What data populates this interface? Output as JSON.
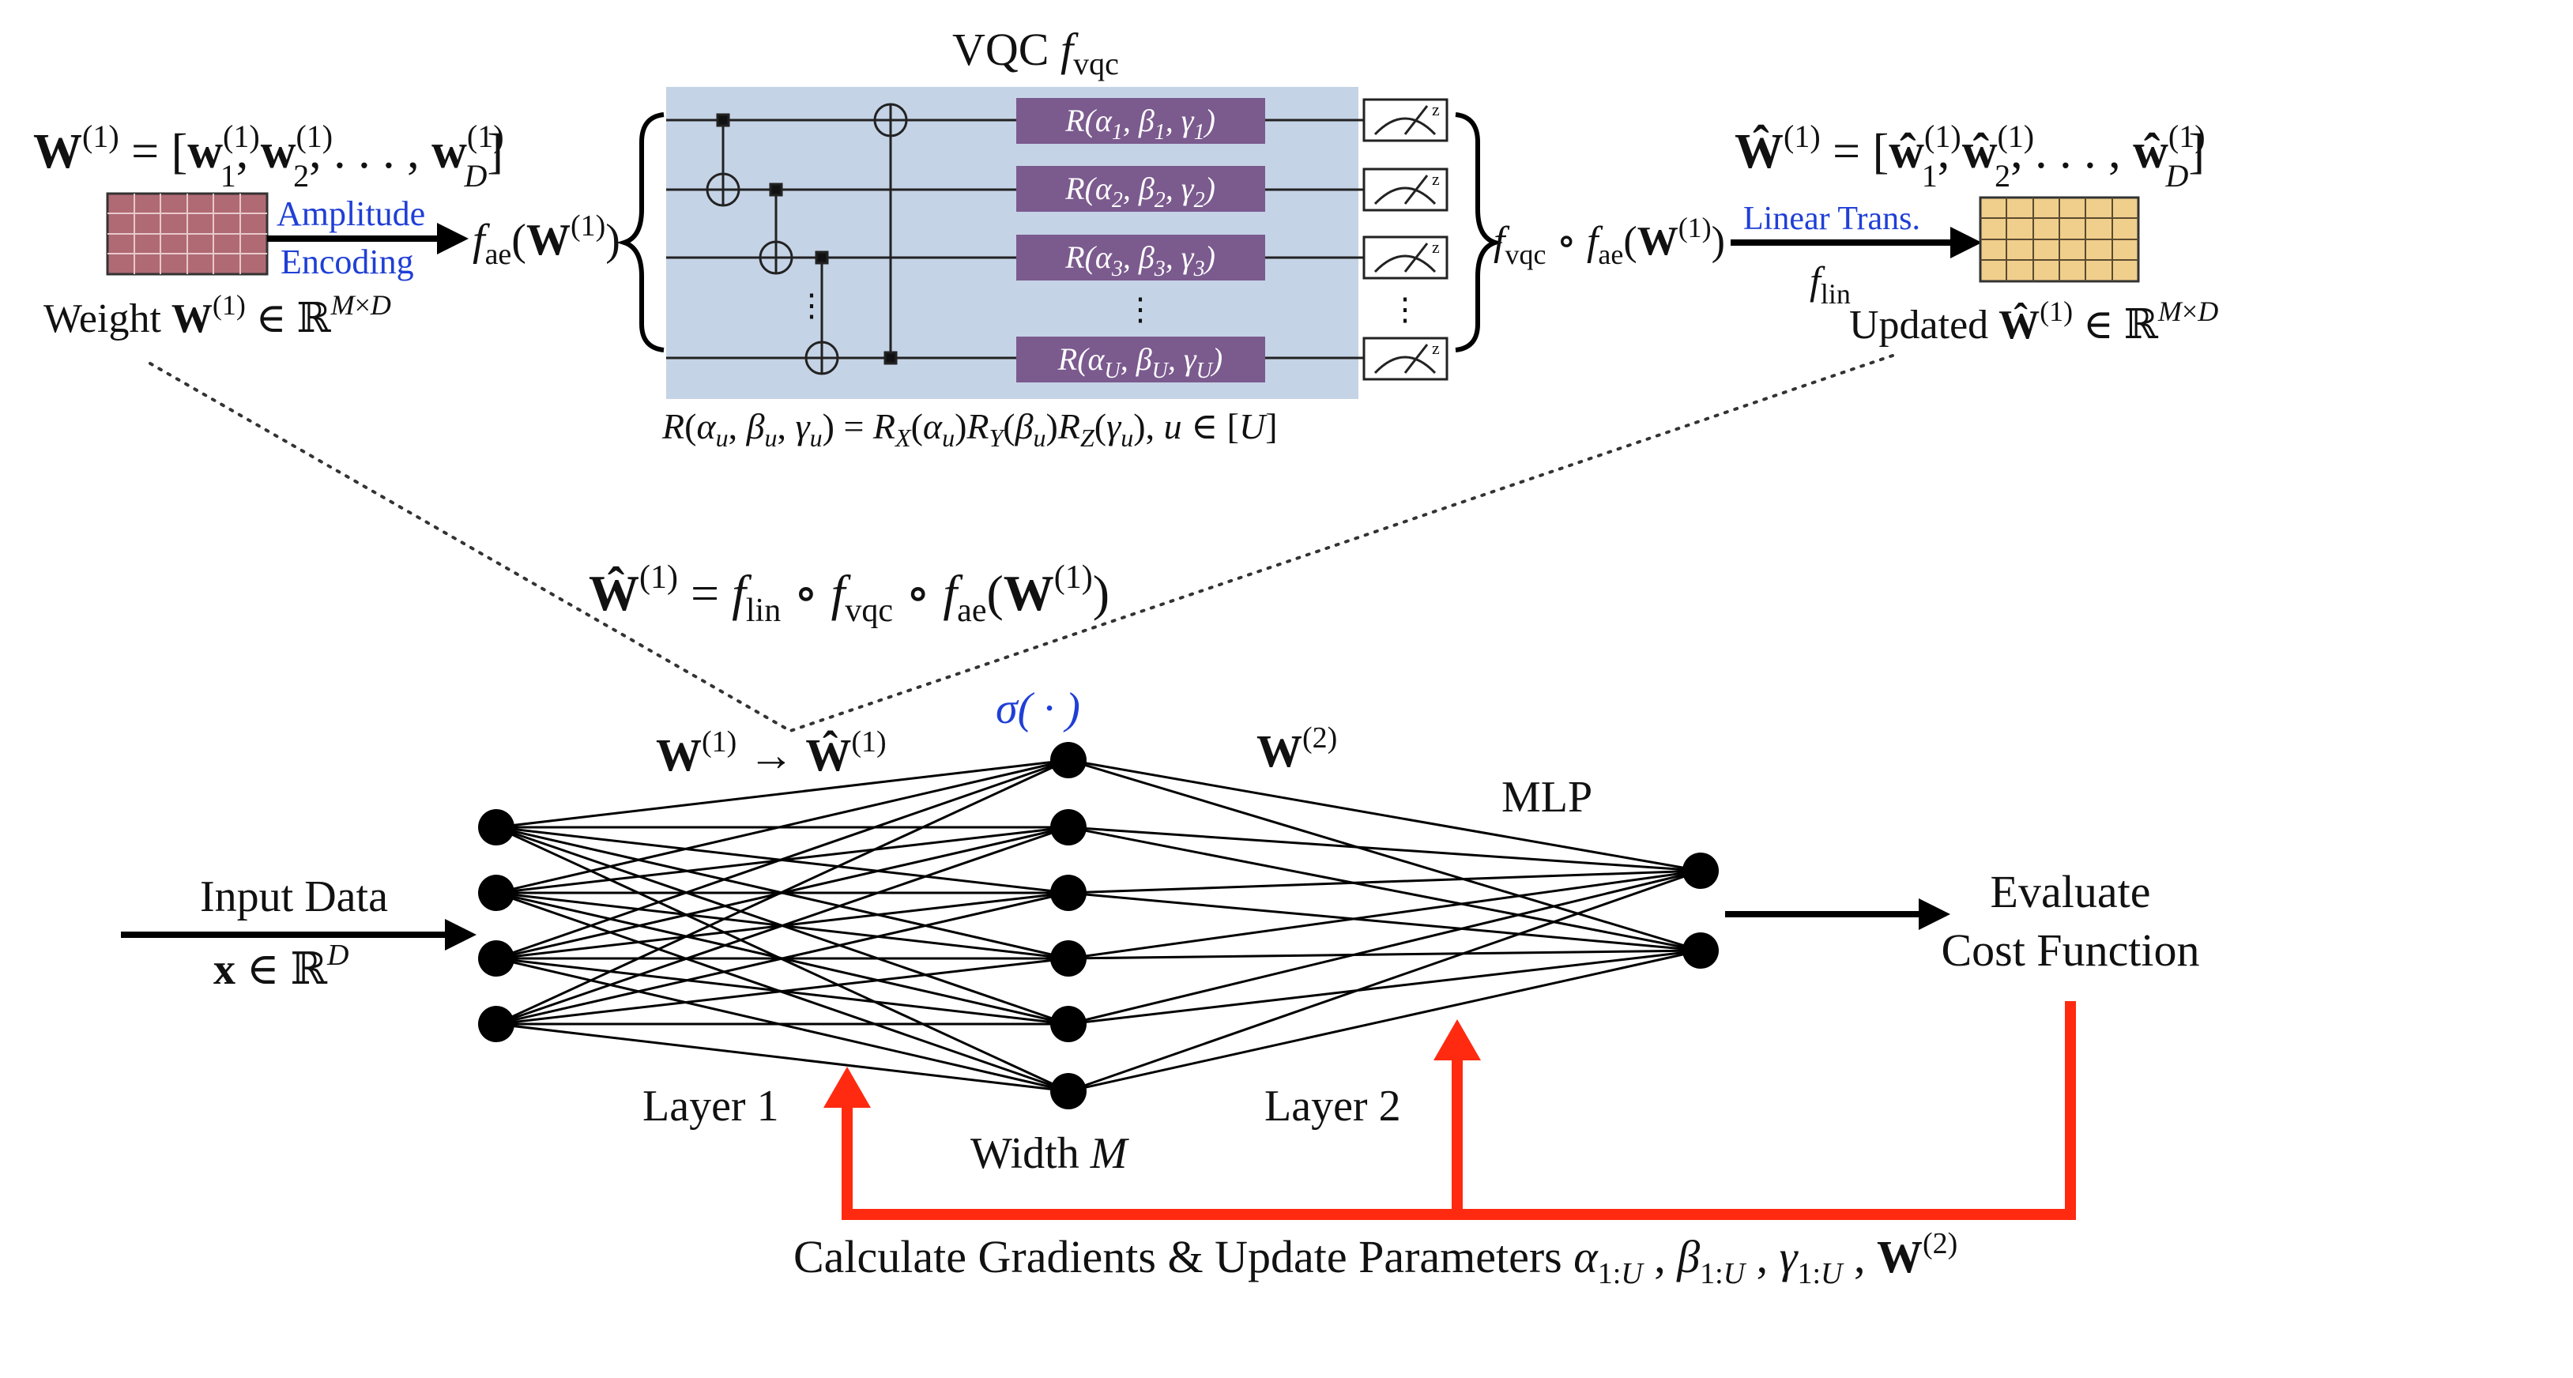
{
  "colors": {
    "vqc_panel": "#c5d3e6",
    "rotation_gate": "#7b5a8e",
    "weight_grid": "#b06a73",
    "updated_grid": "#f0cf8c",
    "gradient_arrow": "#ff2a10",
    "blue_text": "#1f3fd6"
  },
  "top": {
    "vqc_title": "VQC f",
    "vqc_title_sub": "vqc",
    "w_def": "W(1) = [w1(1), w2(1), . . . , wD(1)]",
    "amplitude": "Amplitude",
    "encoding": "Encoding",
    "f_ae": "fae(W(1))",
    "weight_label": "Weight W(1) ∈ ℝM×D",
    "gates": [
      "R(α1, β1, γ1)",
      "R(α2, β2, γ2)",
      "R(α3, β3, γ3)",
      "R(αU, βU, γU)"
    ],
    "meter_label": "z",
    "rotation_def": "R(αu, βu, γu) = RX(αu)RY(βu)RZ(γu), u ∈ [U]",
    "composite": "fvqc ∘ fae(W(1))",
    "linear_trans": "Linear Trans.",
    "f_lin": "flin",
    "w_hat_def": "Ŵ(1) = [ŵ1(1), ŵ2(1), . . . , ŵD(1)]",
    "updated_label": "Updated Ŵ(1) ∈ ℝM×D"
  },
  "middle": {
    "equation": "Ŵ(1) = flin ∘ fvqc ∘ fae(W(1))"
  },
  "network": {
    "w1_arrow": "W(1) → Ŵ(1)",
    "sigma": "σ( · )",
    "w2": "W(2)",
    "mlp": "MLP",
    "input_data": "Input Data",
    "x_def": "x ∈ ℝD",
    "evaluate": "Evaluate",
    "cost_function": "Cost Function",
    "layer1": "Layer 1",
    "width": "Width M",
    "layer2": "Layer 2",
    "layer_sizes": [
      4,
      6,
      2
    ]
  },
  "bottom": {
    "gradients": "Calculate Gradients & Update Parameters α1:U , β1:U , γ1:U , W(2)"
  }
}
